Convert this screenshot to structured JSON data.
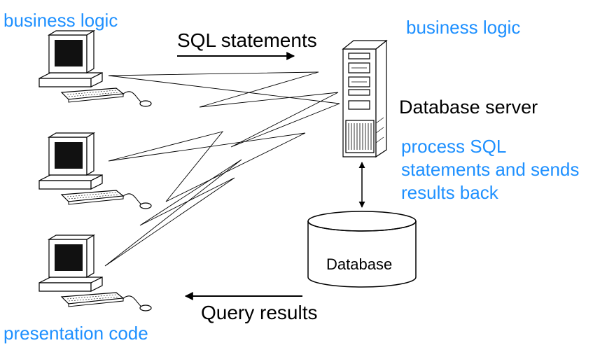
{
  "labels": {
    "client_tier": "business logic",
    "server_tier": "business logic",
    "presentation": "presentation code",
    "sql_statements": "SQL statements",
    "query_results": "Query results",
    "database_server": "Database server",
    "server_process": [
      "process SQL",
      "statements and sends",
      "results back"
    ],
    "database": "Database"
  },
  "colors": {
    "accent": "#1E90FF",
    "ink": "#000000",
    "screen": "#111111",
    "background": "#FFFFFF"
  },
  "icons": [
    "desktop-computer-icon",
    "server-tower-icon",
    "database-cylinder-icon"
  ]
}
